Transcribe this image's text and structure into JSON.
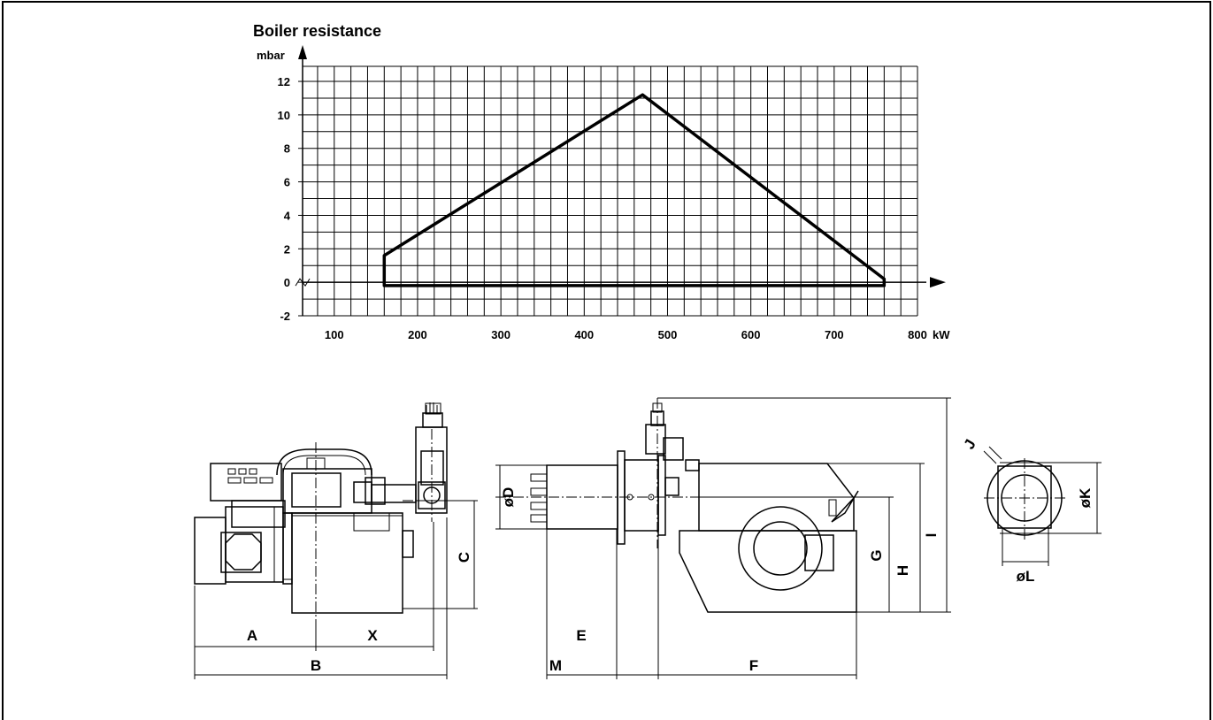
{
  "chart_data": {
    "type": "area",
    "title": "Boiler resistance",
    "ylabel": "mbar",
    "xlabel": "kW",
    "x_ticks": [
      100,
      200,
      300,
      400,
      500,
      600,
      700,
      800
    ],
    "y_ticks": [
      -2,
      0,
      2,
      4,
      6,
      8,
      10,
      12
    ],
    "xlim": [
      62,
      800
    ],
    "ylim": [
      -2,
      12.9
    ],
    "grid": true,
    "series": [
      {
        "points": [
          [
            160,
            -0.2
          ],
          [
            160,
            1.6
          ],
          [
            470,
            11.2
          ],
          [
            760,
            0.2
          ],
          [
            760,
            -0.2
          ]
        ]
      }
    ]
  },
  "dimensions": {
    "A": "A",
    "B": "B",
    "C": "C",
    "X": "X",
    "D": "øD",
    "E": "E",
    "F": "F",
    "M": "M",
    "G": "G",
    "H": "H",
    "I": "I",
    "J": "J",
    "K": "øK",
    "L": "øL"
  }
}
